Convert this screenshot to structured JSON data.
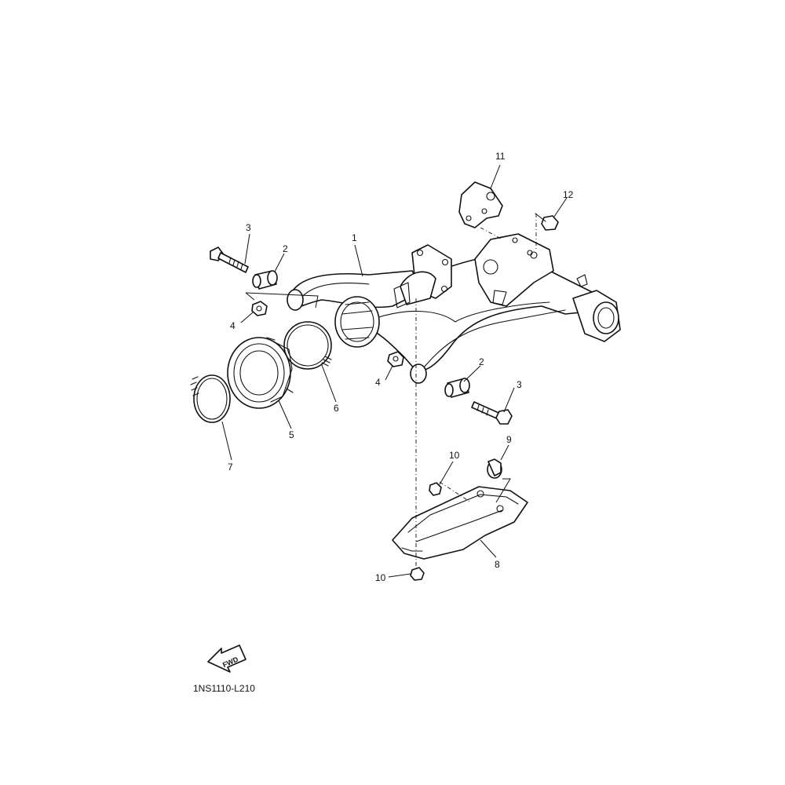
{
  "diagram": {
    "callouts": [
      {
        "id": "c1",
        "text": "1"
      },
      {
        "id": "c2a",
        "text": "2"
      },
      {
        "id": "c2b",
        "text": "2"
      },
      {
        "id": "c3a",
        "text": "3"
      },
      {
        "id": "c3b",
        "text": "3"
      },
      {
        "id": "c4a",
        "text": "4"
      },
      {
        "id": "c4b",
        "text": "4"
      },
      {
        "id": "c5",
        "text": "5"
      },
      {
        "id": "c6",
        "text": "6"
      },
      {
        "id": "c7",
        "text": "7"
      },
      {
        "id": "c8",
        "text": "8"
      },
      {
        "id": "c9",
        "text": "9"
      },
      {
        "id": "c10a",
        "text": "10"
      },
      {
        "id": "c10b",
        "text": "10"
      },
      {
        "id": "c11",
        "text": "11"
      },
      {
        "id": "c12",
        "text": "12"
      }
    ],
    "fwd_label": "FWD",
    "diagram_code": "1NS1110-L210"
  }
}
